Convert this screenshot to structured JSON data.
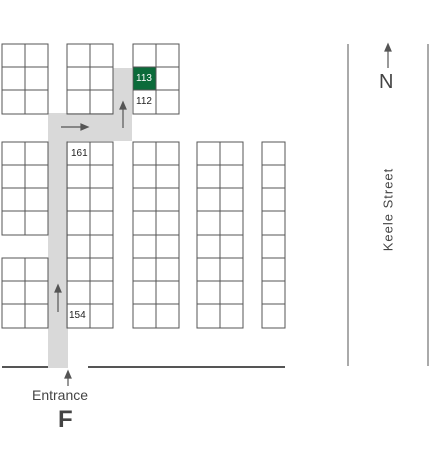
{
  "entrance": {
    "label": "Entrance",
    "letter": "F"
  },
  "street": {
    "label": "Keele Street"
  },
  "compass": {
    "label": "N"
  },
  "slots": {
    "highlighted": "113",
    "s112": "112",
    "s161": "161",
    "s154": "154"
  },
  "colors": {
    "grid": "#555555",
    "path": "#d9d9d9",
    "highlight": "#0b6b3a",
    "arrow": "#555555"
  },
  "icons": [
    "arrow-right-icon",
    "arrow-up-icon",
    "north-arrow-icon"
  ]
}
